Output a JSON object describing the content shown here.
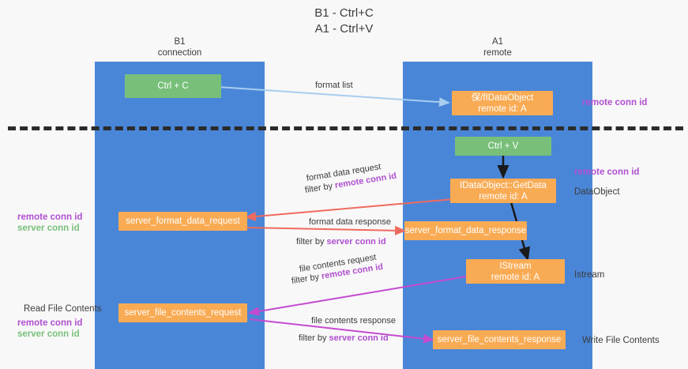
{
  "title": {
    "line1": "B1 - Ctrl+C",
    "line2": "A1 - Ctrl+V"
  },
  "columns": [
    {
      "name": "b1",
      "label_top": "B1",
      "label_bottom": "connection",
      "color": "#4a86d8"
    },
    {
      "name": "a1",
      "label_top": "A1",
      "label_bottom": "remote",
      "color": "#4a86d8"
    }
  ],
  "boxes": {
    "ctrl_c": "Ctrl + C",
    "ctrl_v": "Ctrl + V",
    "idataobject_l1": "保/fIDataObject",
    "idataobject_l2": "remote id: A",
    "getdata_l1": "IDataObject::GetData",
    "getdata_l2": "remote id: A",
    "istream_l1": "IStream",
    "istream_l2": "remote id: A",
    "server_format_data_request": "server_format_data_request",
    "server_format_data_response": "server_format_data_response",
    "server_file_contents_request": "server_file_contents_request",
    "server_file_contents_response": "server_file_contents_response"
  },
  "right_margin": {
    "remote_conn_id_top": "remote conn id",
    "remote_conn_id_mid": "remote conn id",
    "dataobject": "DataObject",
    "istream": "Istream",
    "write_file_contents": "Write File Contents"
  },
  "left_margin": {
    "remote_conn_id": "remote conn id",
    "server_conn_id": "server conn id",
    "read_file_contents": "Read File Contents",
    "remote_conn_id_2": "remote conn id",
    "server_conn_id_2": "server conn id"
  },
  "arrow_labels": {
    "format_list": "format list",
    "format_data_request": "format data request",
    "format_data_request_filter_prefix": "filter by ",
    "format_data_request_filter_key": "remote conn id",
    "format_data_response": "format data response",
    "format_data_response_filter_prefix": "filter by ",
    "format_data_response_filter_key": "server conn id",
    "file_contents_request": "file contents request",
    "file_contents_request_filter_prefix": "filter by ",
    "file_contents_request_filter_key": "remote conn id",
    "file_contents_response": "file contents response",
    "file_contents_response_filter_prefix": "filter by ",
    "file_contents_response_filter_key": "server conn id"
  },
  "colors": {
    "column": "#4a86d8",
    "box_orange": "#f9ab54",
    "box_green": "#78c07a",
    "accent_purple": "#b04fd0",
    "accent_green": "#7ac07c",
    "arrow_blue": "#a8cdf0",
    "arrow_red": "#ef6a5e",
    "arrow_magenta": "#c44ad0",
    "arrow_black": "#1a1a1a",
    "divider": "#2b2b2b"
  }
}
